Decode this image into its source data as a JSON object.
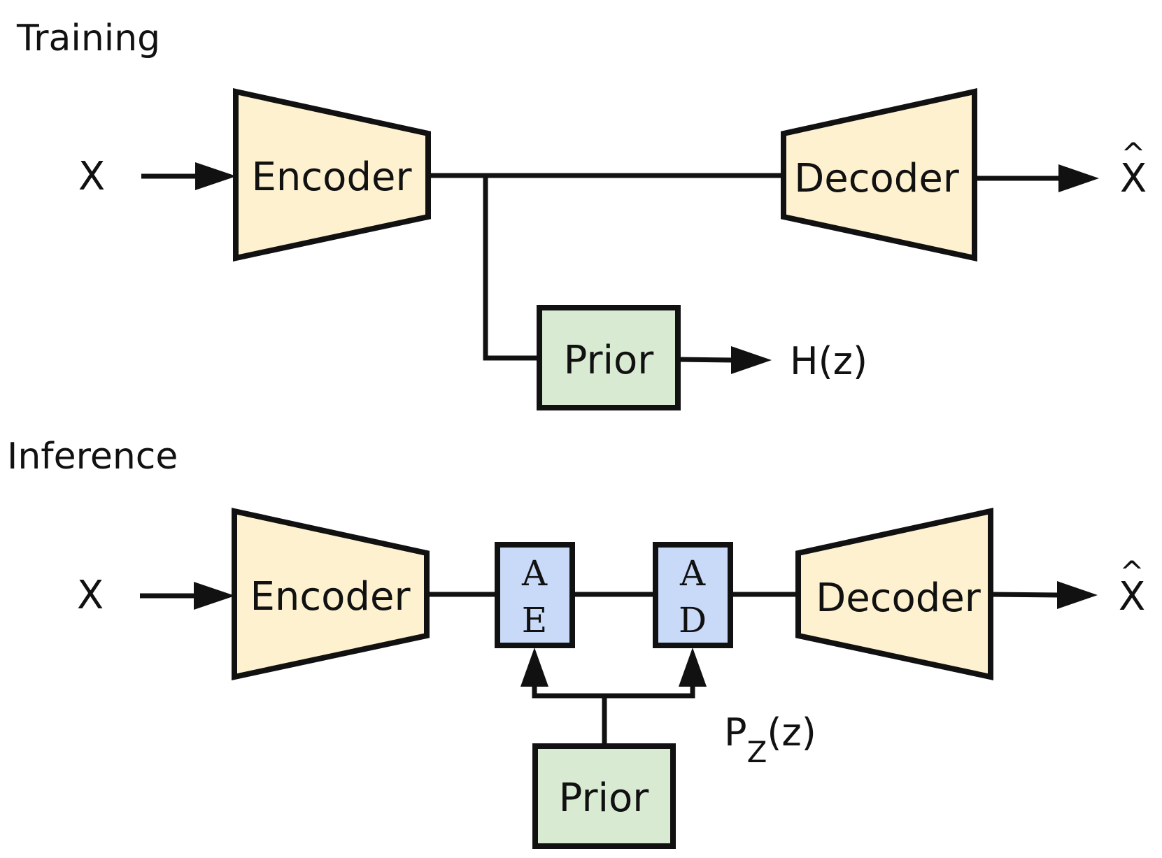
{
  "colors": {
    "coder_fill": "#fdf1d0",
    "prior_fill": "#d9ead3",
    "coding_fill": "#c9daf8",
    "stroke": "#111111"
  },
  "training": {
    "title": "Training",
    "input": "X",
    "encoder": "Encoder",
    "decoder": "Decoder",
    "output_hat": "^",
    "output": "X",
    "prior": "Prior",
    "prior_output": "H(z)"
  },
  "inference": {
    "title": "Inference",
    "input": "X",
    "encoder": "Encoder",
    "arith_encoder": {
      "top": "A",
      "bottom": "E"
    },
    "arith_decoder": {
      "top": "A",
      "bottom": "D"
    },
    "decoder": "Decoder",
    "output_hat": "^",
    "output": "X",
    "prior": "Prior",
    "prior_label": {
      "main": "P",
      "sub": "Z",
      "arg": "(z)"
    }
  }
}
